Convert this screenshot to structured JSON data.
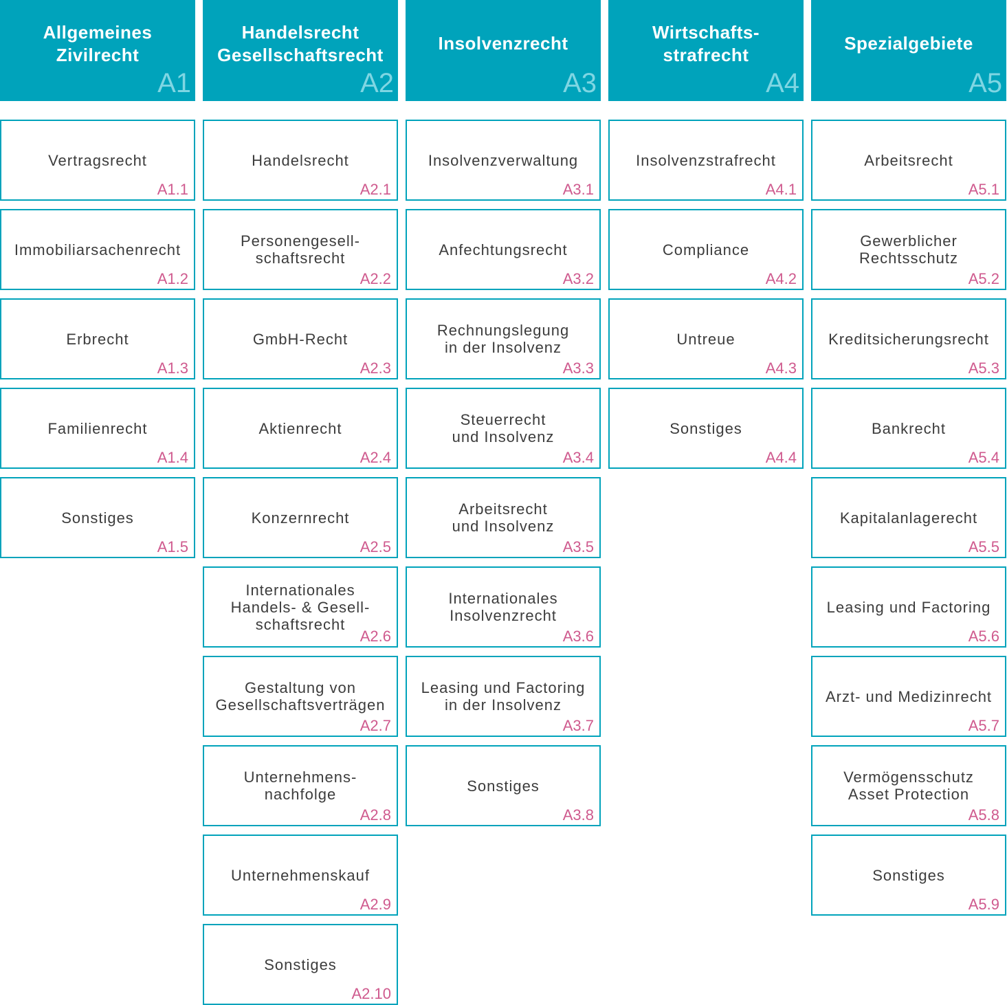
{
  "columns": [
    {
      "title": "Allgemeines\nZivilrecht",
      "code": "A1",
      "items": [
        {
          "label": "Vertragsrecht",
          "code": "A1.1"
        },
        {
          "label": "Immobiliarsachenrecht",
          "code": "A1.2"
        },
        {
          "label": "Erbrecht",
          "code": "A1.3"
        },
        {
          "label": "Familienrecht",
          "code": "A1.4"
        },
        {
          "label": "Sonstiges",
          "code": "A1.5"
        }
      ]
    },
    {
      "title": "Handelsrecht\nGesellschaftsrecht",
      "code": "A2",
      "items": [
        {
          "label": "Handelsrecht",
          "code": "A2.1"
        },
        {
          "label": "Personengesell-\nschaftsrecht",
          "code": "A2.2"
        },
        {
          "label": "GmbH-Recht",
          "code": "A2.3"
        },
        {
          "label": "Aktienrecht",
          "code": "A2.4"
        },
        {
          "label": "Konzernrecht",
          "code": "A2.5"
        },
        {
          "label": "Internationales\nHandels- & Gesell-\nschaftsrecht",
          "code": "A2.6"
        },
        {
          "label": "Gestaltung von\nGesellschaftsverträgen",
          "code": "A2.7"
        },
        {
          "label": "Unternehmens-\nnachfolge",
          "code": "A2.8"
        },
        {
          "label": "Unternehmenskauf",
          "code": "A2.9"
        },
        {
          "label": "Sonstiges",
          "code": "A2.10"
        }
      ]
    },
    {
      "title": "Insolvenzrecht",
      "code": "A3",
      "items": [
        {
          "label": "Insolvenzverwaltung",
          "code": "A3.1"
        },
        {
          "label": "Anfechtungsrecht",
          "code": "A3.2"
        },
        {
          "label": "Rechnungslegung\nin der Insolvenz",
          "code": "A3.3"
        },
        {
          "label": "Steuerrecht\nund Insolvenz",
          "code": "A3.4"
        },
        {
          "label": "Arbeitsrecht\nund Insolvenz",
          "code": "A3.5"
        },
        {
          "label": "Internationales\nInsolvenzrecht",
          "code": "A3.6"
        },
        {
          "label": "Leasing und Factoring\nin der Insolvenz",
          "code": "A3.7"
        },
        {
          "label": "Sonstiges",
          "code": "A3.8"
        }
      ]
    },
    {
      "title": "Wirtschafts-\nstrafrecht",
      "code": "A4",
      "items": [
        {
          "label": "Insolvenzstrafrecht",
          "code": "A4.1"
        },
        {
          "label": "Compliance",
          "code": "A4.2"
        },
        {
          "label": "Untreue",
          "code": "A4.3"
        },
        {
          "label": "Sonstiges",
          "code": "A4.4"
        }
      ]
    },
    {
      "title": "Spezialgebiete",
      "code": "A5",
      "items": [
        {
          "label": "Arbeitsrecht",
          "code": "A5.1"
        },
        {
          "label": "Gewerblicher\nRechtsschutz",
          "code": "A5.2"
        },
        {
          "label": "Kreditsicherungsrecht",
          "code": "A5.3"
        },
        {
          "label": "Bankrecht",
          "code": "A5.4"
        },
        {
          "label": "Kapitalanlagerecht",
          "code": "A5.5"
        },
        {
          "label": "Leasing und Factoring",
          "code": "A5.6"
        },
        {
          "label": "Arzt- und Medizinrecht",
          "code": "A5.7"
        },
        {
          "label": "Vermögensschutz\nAsset Protection",
          "code": "A5.8"
        },
        {
          "label": "Sonstiges",
          "code": "A5.9"
        }
      ]
    }
  ]
}
